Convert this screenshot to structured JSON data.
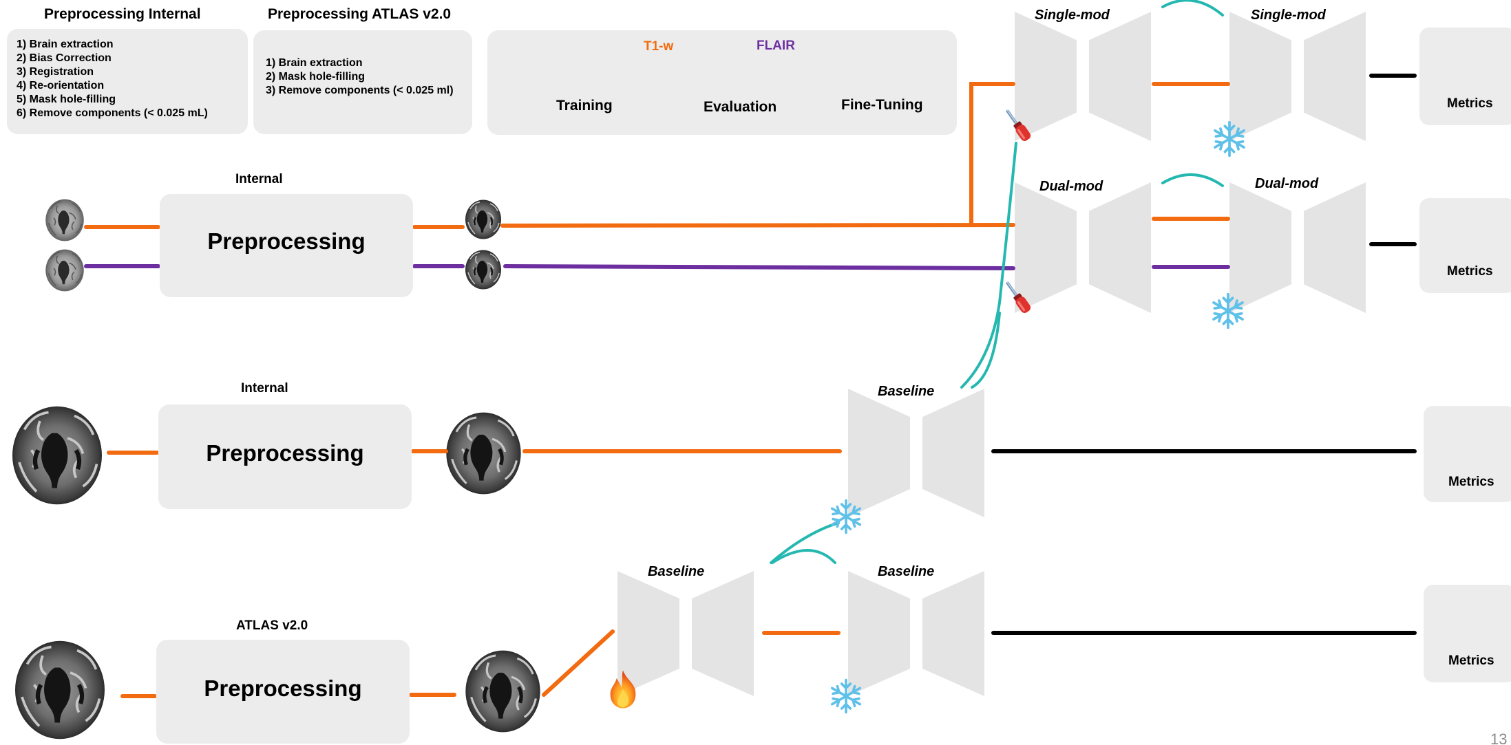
{
  "panels": {
    "internal": {
      "title": "Preprocessing Internal",
      "steps": [
        "1) Brain extraction",
        "2) Bias Correction",
        "3) Registration",
        "4) Re-orientation",
        "5) Mask hole-filling",
        "6) Remove components (< 0.025 mL)"
      ]
    },
    "atlas": {
      "title": "Preprocessing ATLAS v2.0",
      "steps": [
        "1) Brain extraction",
        "2) Mask hole-filling",
        "3) Remove components (< 0.025 ml)"
      ]
    }
  },
  "legend": {
    "t1": "T1-w",
    "flair": "FLAIR",
    "training": "Training",
    "evaluation": "Evaluation",
    "finetuning": "Fine-Tuning"
  },
  "colors": {
    "t1": "#f26b10",
    "flair": "#6d2fa0",
    "link": "#25b8b0",
    "box": "#ececec",
    "net": "#e4e4e4",
    "output": "#000000"
  },
  "rows": {
    "row1": {
      "source": "Internal",
      "stage": "Preprocessing"
    },
    "row2": {
      "source": "Internal",
      "stage": "Preprocessing"
    },
    "row3": {
      "source": "ATLAS v2.0",
      "stage": "Preprocessing"
    }
  },
  "models": {
    "single": "Single-mod",
    "dual": "Dual-mod",
    "baseline": "Baseline"
  },
  "metrics_label": "Metrics",
  "page_number": "13",
  "icons": {
    "training": "flame-icon",
    "evaluation": "snowflake-icon",
    "finetuning": "screwdriver-icon",
    "metrics": "bar-chart-icon",
    "brain": "brain-scan-icon"
  }
}
